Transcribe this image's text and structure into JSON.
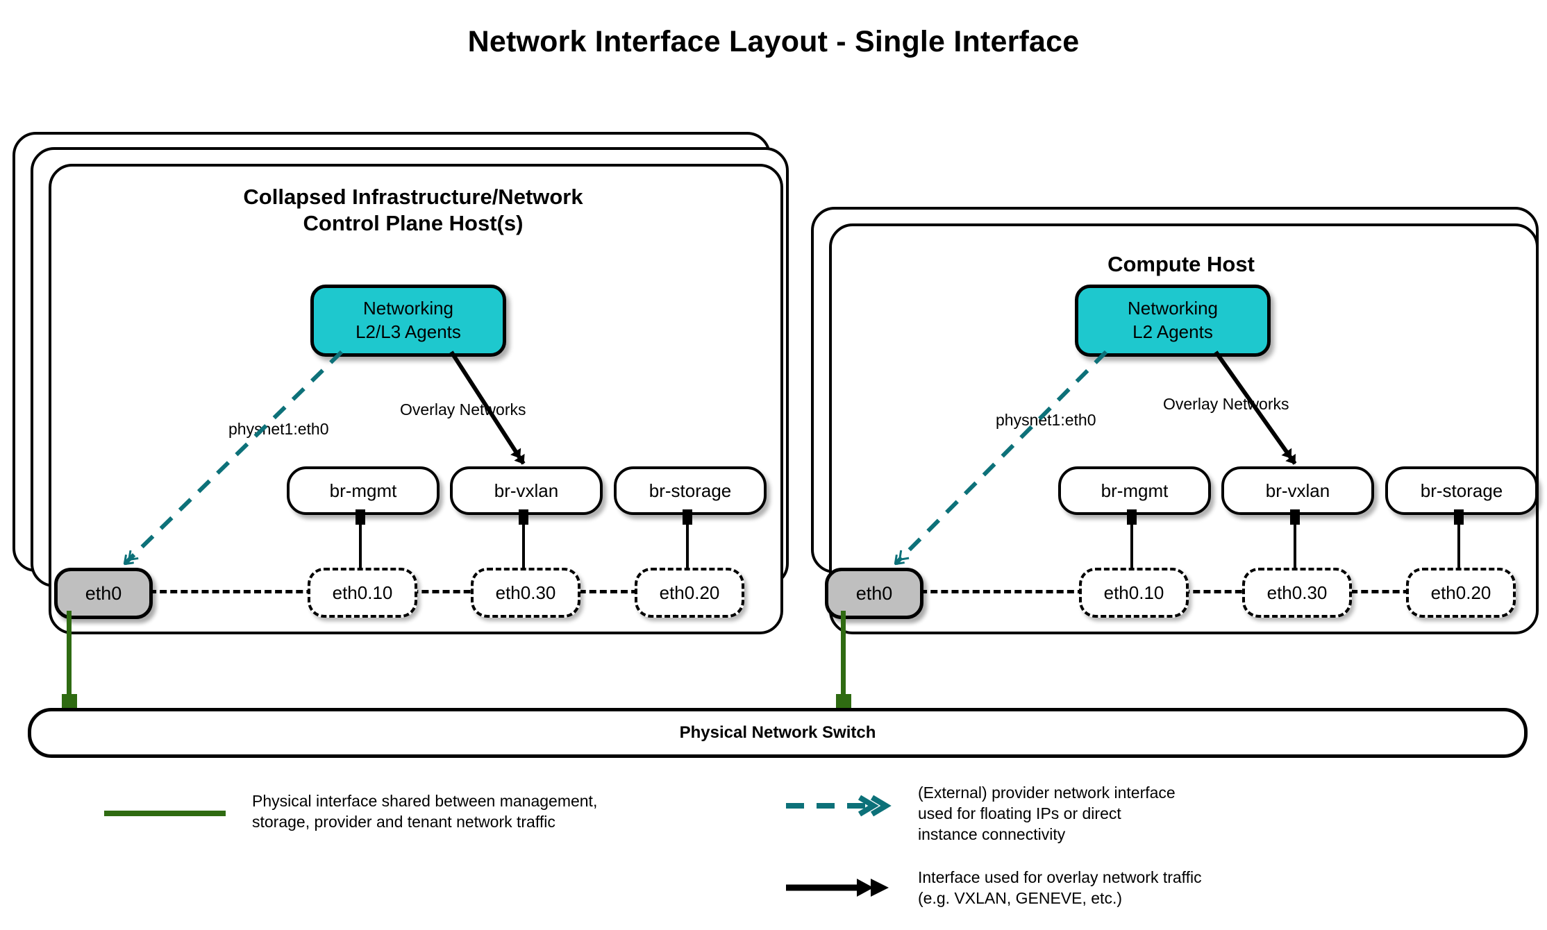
{
  "title": "Network Interface Layout - Single Interface",
  "hosts": [
    {
      "id": "control-plane",
      "title_line1": "Collapsed Infrastructure/Network",
      "title_line2": "Control Plane Host(s)",
      "stack_layers": 3,
      "agent": {
        "line1": "Networking",
        "line2": "L2/L3 Agents"
      },
      "provider_label": "physnet1:eth0",
      "overlay_label": "Overlay Networks",
      "nic": "eth0",
      "bridges": [
        "br-mgmt",
        "br-vxlan",
        "br-storage"
      ],
      "vlans": [
        "eth0.10",
        "eth0.30",
        "eth0.20"
      ]
    },
    {
      "id": "compute",
      "title_line1": "Compute Host",
      "title_line2": "",
      "stack_layers": 2,
      "agent": {
        "line1": "Networking",
        "line2": "L2 Agents"
      },
      "provider_label": "physnet1:eth0",
      "overlay_label": "Overlay Networks",
      "nic": "eth0",
      "bridges": [
        "br-mgmt",
        "br-vxlan",
        "br-storage"
      ],
      "vlans": [
        "eth0.10",
        "eth0.30",
        "eth0.20"
      ]
    }
  ],
  "switch": {
    "label": "Physical Network Switch"
  },
  "legend": [
    {
      "id": "physical-interface",
      "style": "solid-green",
      "text": "Physical interface shared between management,\nstorage, provider and tenant network traffic"
    },
    {
      "id": "provider-interface",
      "style": "dashed-teal-arrow",
      "text": "(External) provider network interface\nused for floating IPs or direct\ninstance connectivity"
    },
    {
      "id": "overlay-interface",
      "style": "solid-black-arrow",
      "text": "Interface used for overlay network traffic\n(e.g. VXLAN, GENEVE, etc.)"
    }
  ],
  "colors": {
    "agent_fill": "#1ec8ce",
    "nic_fill": "#bfbfbf",
    "provider_line": "#0d7179",
    "physical_line": "#2f6b12",
    "stroke": "#000000"
  }
}
